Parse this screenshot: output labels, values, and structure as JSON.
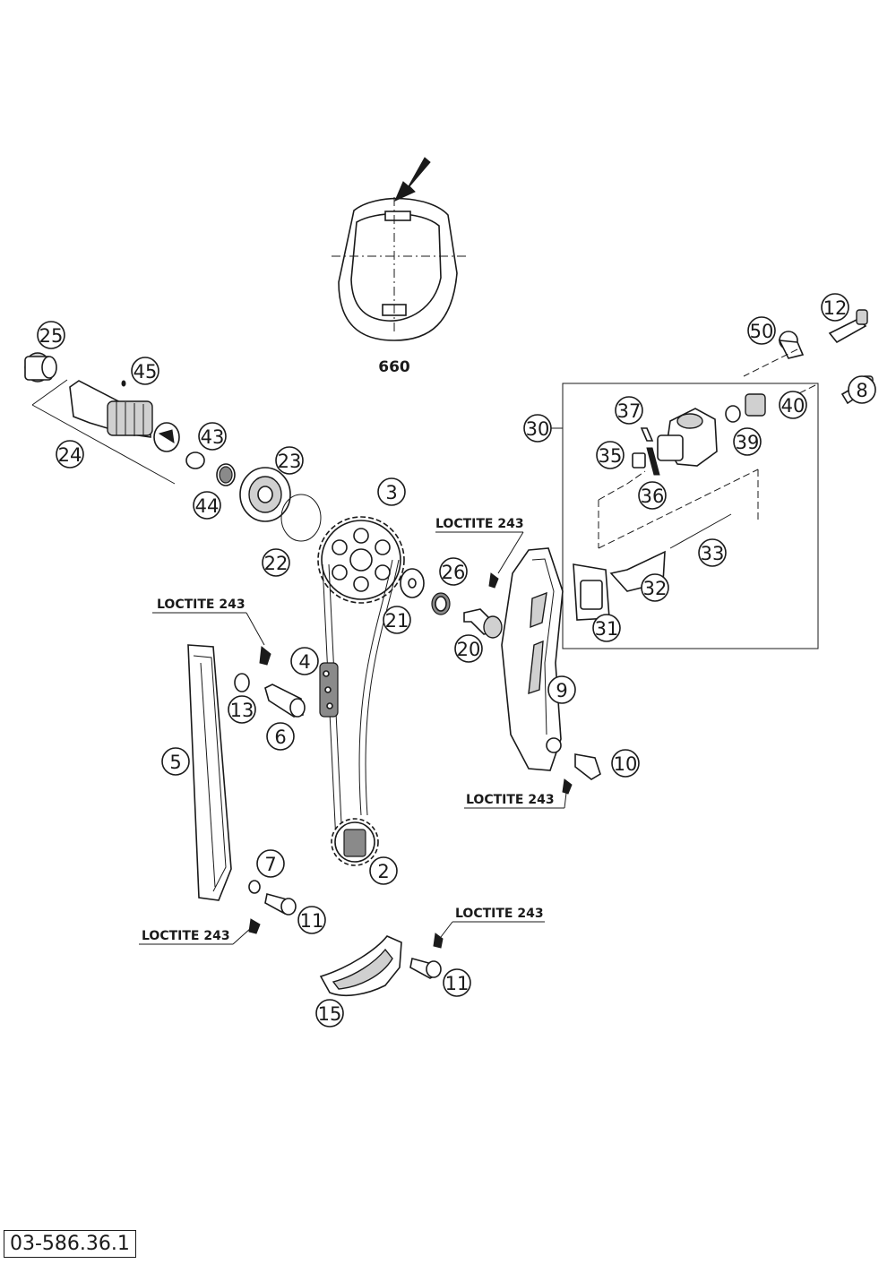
{
  "diagram": {
    "variant_label": "660",
    "reference_number": "03-586.36.1",
    "loctite_label": "LOCTITE 243",
    "callouts": [
      "2",
      "3",
      "4",
      "5",
      "6",
      "7",
      "8",
      "9",
      "10",
      "11",
      "11",
      "12",
      "13",
      "15",
      "20",
      "21",
      "22",
      "23",
      "24",
      "25",
      "26",
      "30",
      "31",
      "32",
      "33",
      "35",
      "36",
      "37",
      "39",
      "40",
      "43",
      "44",
      "45",
      "50"
    ]
  },
  "colors": {
    "line": "#1a1a1a",
    "fill_light": "#d0d0d0",
    "fill_dark": "#8a8a8a"
  }
}
